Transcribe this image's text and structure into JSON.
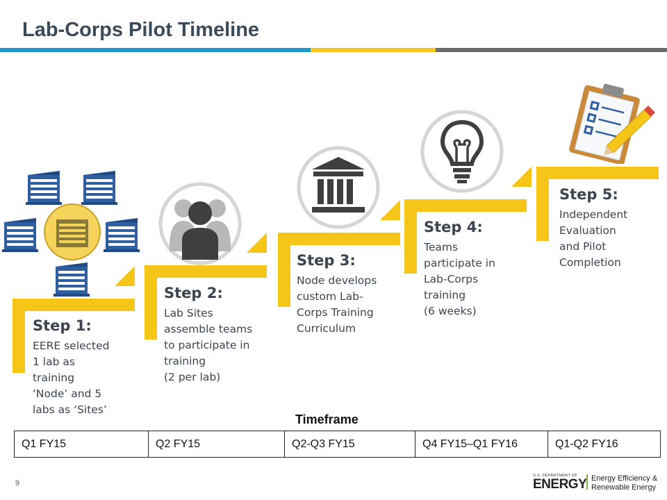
{
  "title": "Lab-Corps Pilot Timeline",
  "steps": [
    {
      "title": "Step 1:",
      "description": "EERE selected\n1 lab as\ntraining\n‘Node’ and 5\nlabs as ‘Sites’",
      "icon": "buildings-network-icon"
    },
    {
      "title": "Step 2:",
      "description": "Lab Sites\nassemble teams\nto participate in\ntraining\n(2 per lab)",
      "icon": "team-people-icon"
    },
    {
      "title": "Step 3:",
      "description": "Node develops\ncustom Lab-\nCorps Training\nCurriculum",
      "icon": "institution-building-icon"
    },
    {
      "title": "Step 4:",
      "description": "Teams\nparticipate in\nLab-Corps\ntraining\n(6 weeks)",
      "icon": "lightbulb-icon"
    },
    {
      "title": "Step 5:",
      "description": "Independent\nEvaluation\nand Pilot\nCompletion",
      "icon": "clipboard-checklist-icon"
    }
  ],
  "timeframe": {
    "label": "Timeframe",
    "periods": [
      "Q1 FY15",
      "Q2 FY15",
      "Q2-Q3 FY15",
      "Q4 FY15–Q1 FY16",
      "Q1-Q2 FY16"
    ]
  },
  "page_number": "9",
  "footer_logo": {
    "top_line": "U.S. DEPARTMENT OF",
    "main": "ENERGY",
    "line1": "Energy Efficiency &",
    "line2": "Renewable Energy"
  },
  "colors": {
    "accent_yellow": "#f5c518",
    "accent_blue": "#1f99c9",
    "bar_gray": "#6b6b6b",
    "building_blue": "#2f5f9e",
    "icon_gray": "#3f3f3f"
  }
}
